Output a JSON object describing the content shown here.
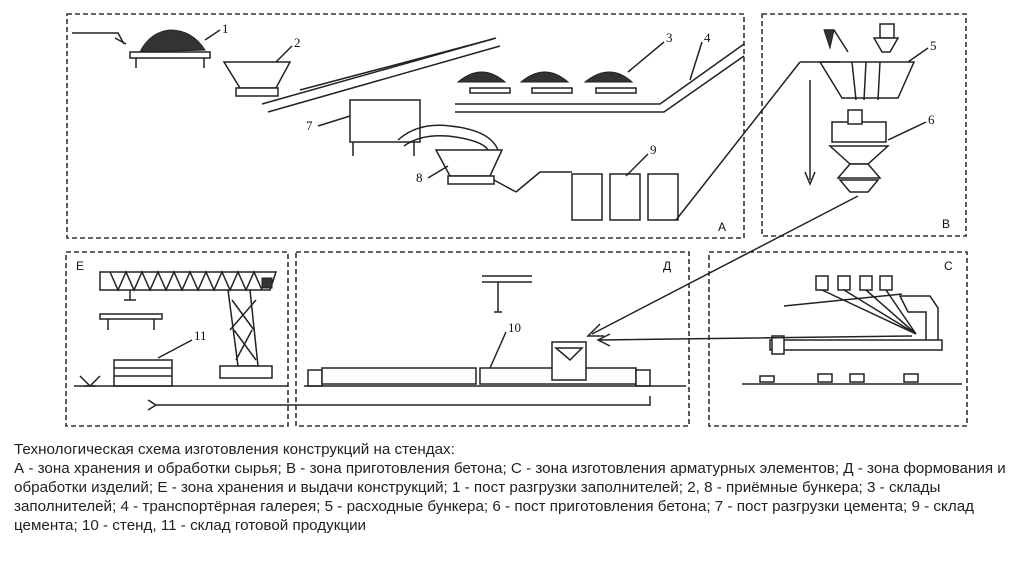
{
  "caption": {
    "title": "Технологическая схема изготовления конструкций на стендах:",
    "body": "А - зона хранения и обработки сырья; В - зона приготовления бетона; С - зона изготовления арматурных элементов; Д - зона формования и обработки изделий; Е - зона хранения и выдачи конструкций; 1 - пост разгрузки заполнителей; 2, 8 - приёмные бункера; 3 - склады заполнителей; 4 - транспортёрная галерея; 5 - расходные бункера; 6 - пост приготовления бетона; 7 - пост разгрузки цемента; 9 - склад цемента; 10 - стенд, 11 - склад готовой продукции"
  },
  "zones": {
    "a": "А",
    "b": "В",
    "c": "С",
    "d": "Д",
    "e": "Е"
  },
  "numbers": {
    "n1": "1",
    "n2": "2",
    "n3": "3",
    "n4": "4",
    "n5": "5",
    "n6": "6",
    "n7": "7",
    "n8": "8",
    "n9": "9",
    "n10": "10",
    "n11": "11"
  }
}
